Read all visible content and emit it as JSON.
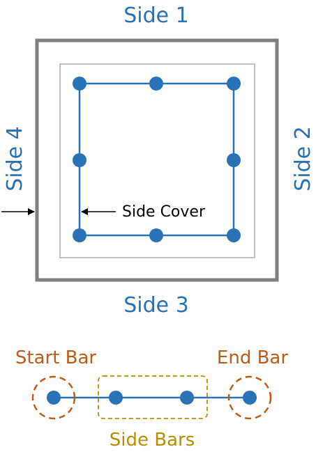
{
  "colors": {
    "bar_blue": "#2a72b6",
    "outer_border": "#7f7f7f",
    "inner_border": "#bfbfbf",
    "start_end_highlight": "#c15b14",
    "side_bars_highlight": "#b88e00",
    "arrow": "#000000"
  },
  "section": {
    "sides": {
      "side1": "Side 1",
      "side2": "Side 2",
      "side3": "Side 3",
      "side4": "Side 4"
    },
    "side_cover_label": "Side Cover"
  },
  "legend": {
    "start_bar": "Start Bar",
    "end_bar": "End Bar",
    "side_bars": "Side Bars"
  }
}
